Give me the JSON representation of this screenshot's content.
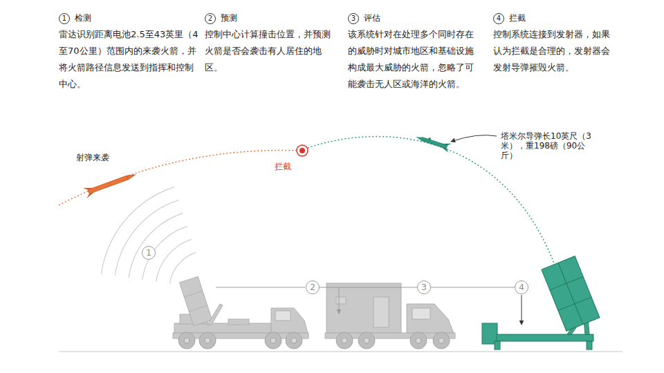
{
  "diagram": {
    "nodes": [
      {
        "text": [
          "1",
          "检测"
        ]
      },
      {
        "text": [
          "2",
          "预测"
        ]
      },
      {
        "text": [
          "3",
          "评估"
        ]
      },
      {
        "text": [
          "4",
          "拦截"
        ]
      },
      {
        "text": [
          "1"
        ]
      },
      {
        "text": [
          "2"
        ]
      },
      {
        "text": [
          "3"
        ]
      },
      {
        "text": [
          "4"
        ]
      }
    ],
    "edges": [
      {
        "from": 5,
        "to": 6,
        "arrow": "none"
      },
      {
        "from": 6,
        "to": 7,
        "arrow": "none"
      }
    ],
    "labels": [
      "雷达识别距离电池2.5至43英里（4至70公里）范围内的来袭火箭，并将火箭路径信息发送到指挥和控制中心。",
      "控制中心计算撞击位置，并预测火箭是否会袭击有人居住的地区。",
      "该系统针对在处理多个同时存在的威胁时对城市地区和基础设施构成最大威胁的火箭，忽略了可能袭击无人区或海洋的火箭。",
      "控制系统连接到发射器，如果认为拦截是合理的，发射器会发射导弹摧毁火箭。",
      "射弹来袭",
      "拦截",
      "塔米尔导弹长10英尺（3米），重198磅（90公斤）"
    ]
  }
}
